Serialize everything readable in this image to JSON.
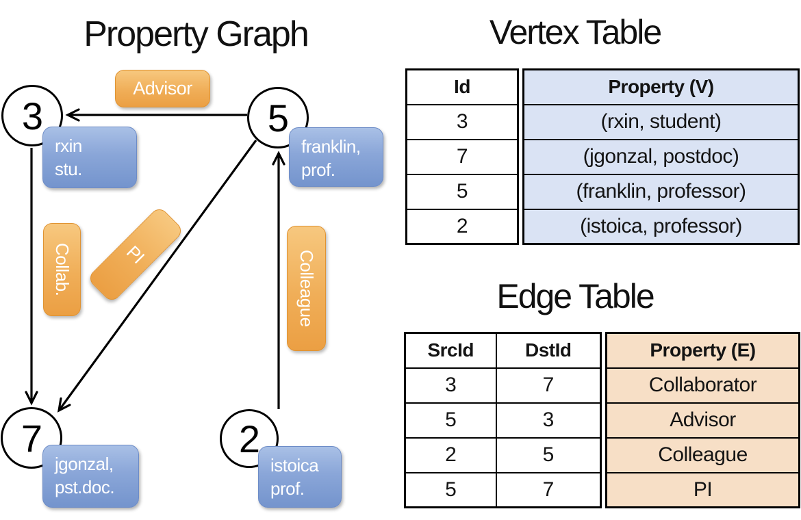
{
  "graph": {
    "title": "Property Graph",
    "vertices": [
      {
        "id": "3",
        "label_lines": [
          "rxin",
          "stu."
        ]
      },
      {
        "id": "5",
        "label_lines": [
          "franklin,",
          "prof."
        ]
      },
      {
        "id": "7",
        "label_lines": [
          "jgonzal,",
          "pst.doc."
        ]
      },
      {
        "id": "2",
        "label_lines": [
          "istoica",
          "prof."
        ]
      }
    ],
    "edge_labels": {
      "advisor": "Advisor",
      "collab": "Collab.",
      "pi": "PI",
      "colleague": "Colleague"
    },
    "edges": [
      {
        "from": "5",
        "to": "3",
        "label": "Advisor"
      },
      {
        "from": "3",
        "to": "7",
        "label": "Collab."
      },
      {
        "from": "5",
        "to": "7",
        "label": "PI"
      },
      {
        "from": "2",
        "to": "5",
        "label": "Colleague"
      }
    ]
  },
  "vertex_table": {
    "title": "Vertex Table",
    "columns": [
      "Id",
      "Property (V)"
    ],
    "rows": [
      [
        "3",
        "(rxin, student)"
      ],
      [
        "7",
        "(jgonzal, postdoc)"
      ],
      [
        "5",
        "(franklin, professor)"
      ],
      [
        "2",
        "(istoica, professor)"
      ]
    ]
  },
  "edge_table": {
    "title": "Edge Table",
    "columns": [
      "SrcId",
      "DstId",
      "Property (E)"
    ],
    "rows": [
      [
        "3",
        "7",
        "Collaborator"
      ],
      [
        "5",
        "3",
        "Advisor"
      ],
      [
        "2",
        "5",
        "Colleague"
      ],
      [
        "5",
        "7",
        "PI"
      ]
    ]
  },
  "colors": {
    "edge_label_orange": "#efa94c",
    "vertex_box_blue": "#84a2d6",
    "vertex_table_fill": "#dae3f4",
    "edge_table_fill": "#f7dfc6",
    "line_black": "#000000"
  }
}
